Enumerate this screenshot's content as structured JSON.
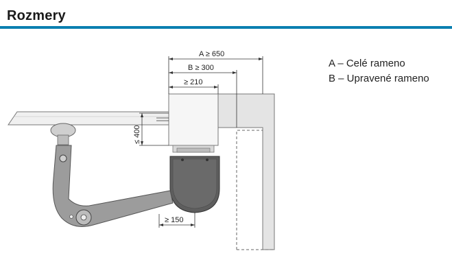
{
  "header": {
    "title": "Rozmery"
  },
  "dimensions": {
    "a_label": "A ≥ 650",
    "b_label": "B ≥ 300",
    "min_210": "≥ 210",
    "max_400": "≤ 400",
    "min_150": "≥ 150"
  },
  "legend": {
    "items": [
      "A – Celé rameno",
      "B – Upravené rameno"
    ]
  },
  "colors": {
    "accent_rule": "#0a7fb0",
    "wall_gray": "#e3e3e3",
    "arm_gray": "#9a9a9a",
    "motor_dark": "#5c5c5c"
  }
}
